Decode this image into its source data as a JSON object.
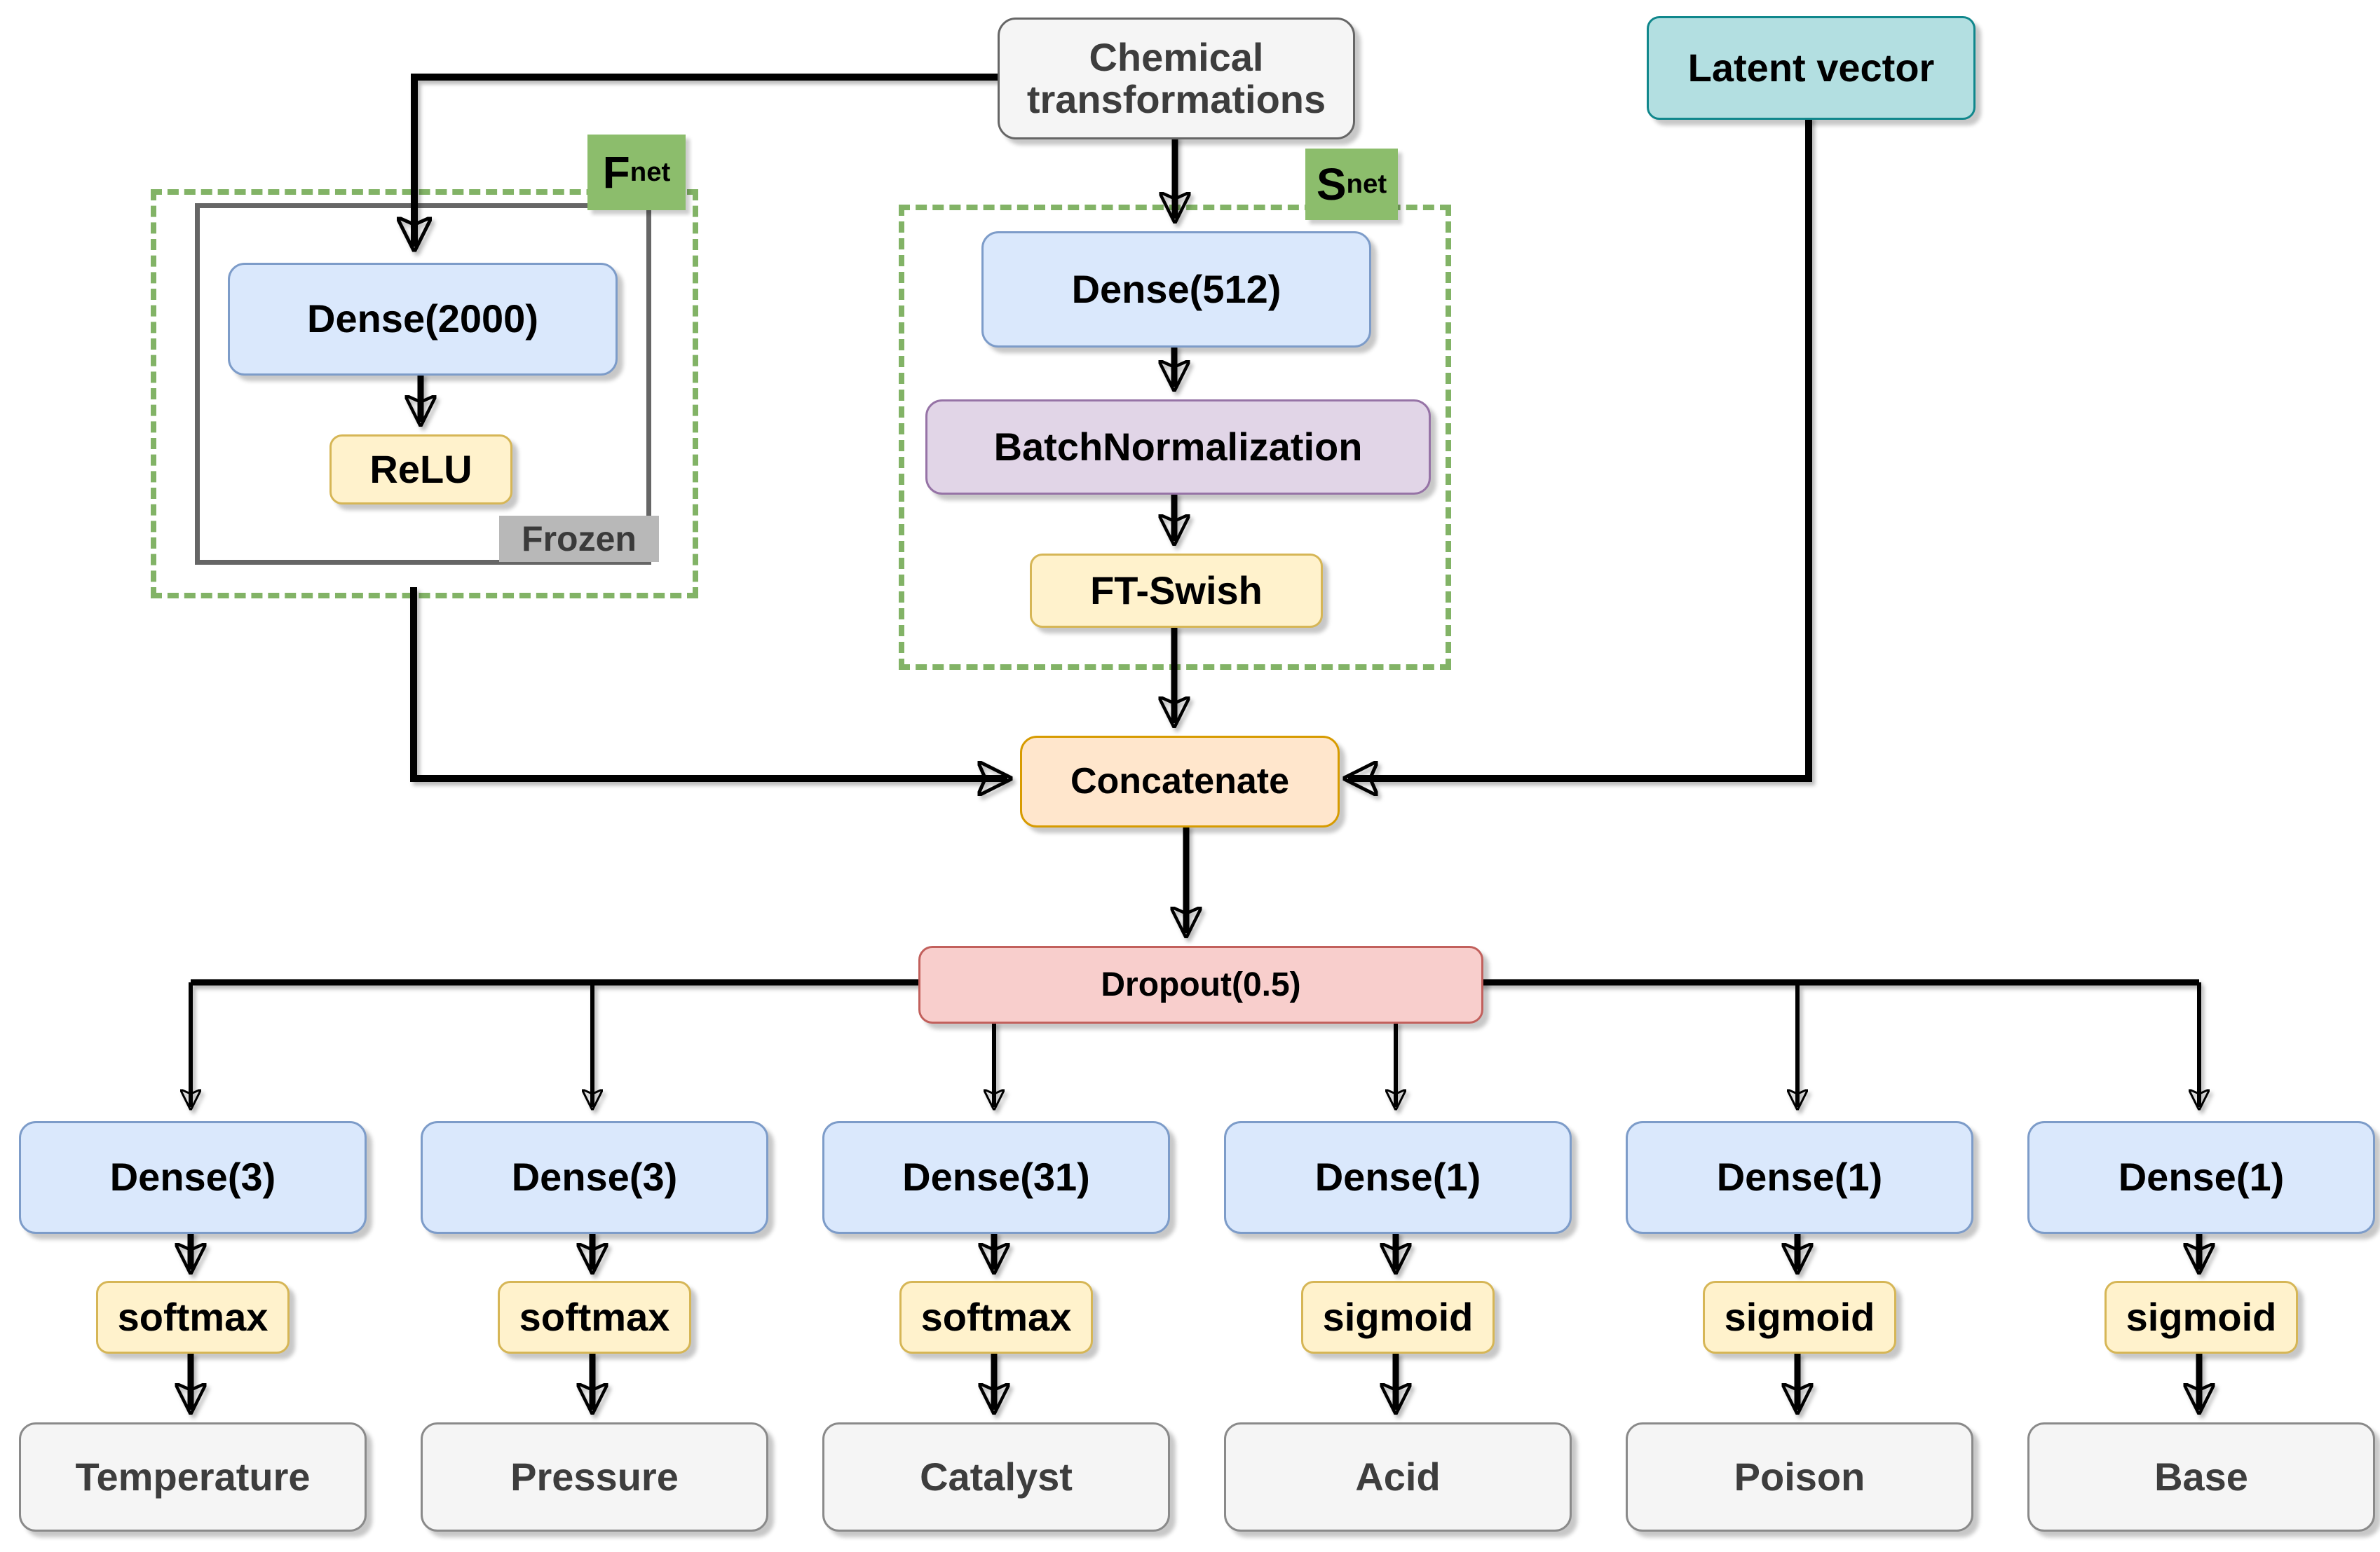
{
  "nodes": {
    "chemical_line1": "Chemical",
    "chemical_line2": "transformations",
    "latent": "Latent vector",
    "concatenate": "Concatenate",
    "dropout": "Dropout(0.5)"
  },
  "fnet": {
    "tag": "F",
    "tag_sub": "net",
    "dense": "Dense(2000)",
    "activation": "ReLU",
    "frozen": "Frozen"
  },
  "snet": {
    "tag": "S",
    "tag_sub": "net",
    "dense": "Dense(512)",
    "batchnorm": "BatchNormalization",
    "activation": "FT-Swish"
  },
  "branches": [
    {
      "dense": "Dense(3)",
      "activation": "softmax",
      "output": "Temperature"
    },
    {
      "dense": "Dense(3)",
      "activation": "softmax",
      "output": "Pressure"
    },
    {
      "dense": "Dense(31)",
      "activation": "softmax",
      "output": "Catalyst"
    },
    {
      "dense": "Dense(1)",
      "activation": "sigmoid",
      "output": "Acid"
    },
    {
      "dense": "Dense(1)",
      "activation": "sigmoid",
      "output": "Poison"
    },
    {
      "dense": "Dense(1)",
      "activation": "sigmoid",
      "output": "Base"
    }
  ],
  "colors": {
    "node_blue_fill": "#dae8fc",
    "node_blue_stroke": "#7d9cc9",
    "node_yellow_fill": "#fff2cc",
    "node_yellow_stroke": "#d6b656",
    "node_purple_fill": "#e1d5e7",
    "node_purple_stroke": "#9673a6",
    "node_orange_fill": "#ffe6cc",
    "node_orange_stroke": "#d79b00",
    "node_red_fill": "#f8cecc",
    "node_red_stroke": "#c2605c",
    "node_gray_fill": "#f5f5f5",
    "node_gray_stroke": "#666666",
    "node_teal_fill": "#b3dfe1",
    "node_teal_stroke": "#10878c",
    "group_dash_green": "#82b366",
    "tag_green_bg": "#8cbd6c",
    "frozen_label_bg": "#b8b8b8",
    "edge_color": "#000000"
  }
}
